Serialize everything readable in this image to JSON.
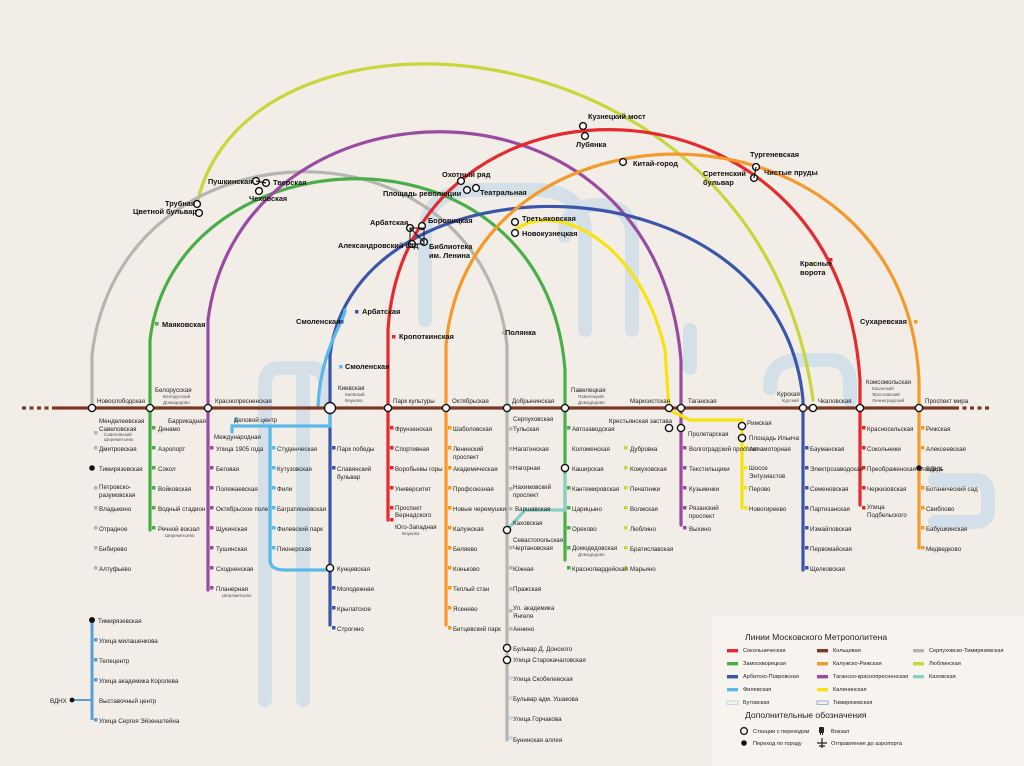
{
  "colors": {
    "background": "#f2ede7",
    "ring": "#7a3a25",
    "sokolnicheskaya": "#e42a2e",
    "zamoskvoretskaya": "#4aae48",
    "arbatsko_pokrovskaya": "#3b56a8",
    "filyovskaya": "#5ab9e8",
    "kaluzhsko_rizhskaya": "#f39a2a",
    "tagansko_krasnopresnenskaya": "#9a4aa0",
    "kalininskaya": "#f5e410",
    "serpukhovsko_timiryazevskaya": "#b5b5b3",
    "lyublinskaya": "#c9d63a",
    "kakhovskaya": "#88d0c8",
    "butovskaya": "#bcd6ea",
    "timiryazevskaya_line": "#8fb2d4",
    "monorail": "#5a9fd4"
  },
  "stations": {
    "kuznetsky": "Кузнецкий мост",
    "lubyanka": "Лубянка",
    "kitay": "Китай-город",
    "turgenev": "Тургеневская",
    "chistye": "Чистые пруды",
    "sretensky1": "Сретенский",
    "sretensky2": "бульвар",
    "pushkin": "Пушкинская",
    "tverskaya": "Тверская",
    "chekhov": "Чеховская",
    "trubnaya": "Трубная",
    "tsvetnoy": "Цветной бульвар",
    "okhotny": "Охотный ряд",
    "plrev": "Площадь революции",
    "teatr": "Театральная",
    "arbat": "Арбатская",
    "borov": "Боровицкая",
    "alexsad": "Александровский сад",
    "lenin1": "Библиотека",
    "lenin2": "им. Ленина",
    "tretyak": "Третьяковская",
    "novokuz": "Новокузнецкая",
    "mayak": "Маяковская",
    "krasvorota1": "Красные",
    "krasvorota2": "ворота",
    "smol1": "Смоленская",
    "arbat2": "Арбатская",
    "smol2": "Смоленская",
    "kropot": "Кропоткинская",
    "polyanka": "Полянка",
    "sukhar": "Сухаревская",
    "novoslob": "Новослободская",
    "belor": "Белорусская",
    "krasnopres": "Краснопресненская",
    "kiev": "Киевская",
    "parkkult": "Парк культуры",
    "oktyab": "Октябрьская",
    "dobryn": "Добрынинская",
    "pavel": "Павелецкая",
    "marks": "Марксистская",
    "tagan": "Таганская",
    "kursk": "Курская",
    "chkal": "Чкаловская",
    "komsom": "Комсомольская",
    "prmira": "Проспект мира",
    "mendel": "Менделеевская",
    "savel": "Савеловская",
    "dmitr": "Дмитровская",
    "timir": "Тимирязевская",
    "petrov1": "Петровско-",
    "petrov2": "разумовская",
    "vladyk": "Владыкино",
    "otrad": "Отрадное",
    "bibir": "Бибирево",
    "altuf": "Алтуфьево",
    "barrik": "Баррикадная",
    "dinamo": "Динамо",
    "aeroport": "Аэропорт",
    "sokol": "Сокол",
    "voik": "Войковская",
    "vodny": "Водный стадион",
    "rechnoy": "Речной вокзал",
    "delovoy": "Деловой центр",
    "mezhd": "Международная",
    "ul1905": "Улица 1905 года",
    "begov": "Беговая",
    "polezh": "Полежаевская",
    "oktpole": "Октябрьское поле",
    "shchuk": "Щукинская",
    "tushin": "Тушинская",
    "skhod": "Сходненская",
    "planer": "Планерная",
    "stud": "Студенческая",
    "kutuz": "Кутузовская",
    "fili": "Фили",
    "bagrat": "Багратионовская",
    "filpark": "Филевский парк",
    "pioner": "Пионерская",
    "kuntsev": "Кунцевская",
    "parkpob": "Парк победы",
    "slav1": "Славянский",
    "slav2": "бульвар",
    "molod": "Молодежная",
    "krylat": "Крылатское",
    "strogino": "Строгино",
    "frunz": "Фрунзенская",
    "sport": "Спортивная",
    "vorob": "Воробьевы горы",
    "univer": "Университет",
    "prvern1": "Проспект",
    "prvern2": "Вернадского",
    "yugozap": "Юго-Западная",
    "shabol": "Шаболовская",
    "lenpr1": "Ленинский",
    "lenpr2": "проспект",
    "akadem": "Академическая",
    "profsoyuz": "Профсоюзная",
    "novcher": "Новые черемушки",
    "kaluzh": "Калужская",
    "belyaevo": "Беляево",
    "konkovo": "Коньково",
    "teply": "Теплый стан",
    "yasenevo": "Ясенево",
    "bitpark": "Битцевский парк",
    "serpukh": "Серпуховская",
    "tulsk": "Тульская",
    "nagatin": "Нагатинская",
    "nagorn": "Нагорная",
    "nakhim1": "Нахимовский",
    "nakhim2": "проспект",
    "varsh": "Варшавская",
    "kakhov": "Каховская",
    "sevastop": "Севастопольская",
    "chertan": "Чертановская",
    "yuzhnaya": "Южная",
    "prazh": "Пражская",
    "yangel1": "Ул. академика",
    "yangel2": "Янгеля",
    "annino": "Аннино",
    "dmdonskoy": "Бульвар Д. Донского",
    "starokach": "Улица Старокачаловская",
    "skobelev": "Улица Скобелевская",
    "ushakov": "Бульвар адм. Ушакова",
    "gorchakov": "Улица Горчакова",
    "bunin": "Бунинская аллея",
    "avtozav": "Автозаводская",
    "kolomen": "Коломенская",
    "kashir": "Каширская",
    "kantem": "Кантемировская",
    "tsarits": "Царицыно",
    "orekh": "Орехово",
    "domod": "Домодедовская",
    "krasnogv": "Красногвардейская",
    "krestzast": "Крестьянская застава",
    "dubrov": "Дубровка",
    "kozhukh": "Кожуховская",
    "pechat": "Печатники",
    "volzh": "Волжская",
    "lyublino": "Люблино",
    "bratis": "Братиславская",
    "maryino": "Марьино",
    "proletar": "Пролетарская",
    "volgogr": "Волгоградский проспект",
    "tekstil": "Текстильщики",
    "kuzmin": "Кузьминки",
    "ryazan1": "Рязанский",
    "ryazan2": "проспект",
    "vykhino": "Выхино",
    "rimsk": "Римская",
    "ilyich": "Площадь Ильича",
    "aviamot": "Авиамоторная",
    "shosse1": "Шоссе",
    "shosse2": "Энтузиастов",
    "perovo": "Перово",
    "novogir": "Новогиреево",
    "bauman": "Бауманская",
    "elektro": "Электрозаводская",
    "semen": "Семеновская",
    "partiz": "Партизанская",
    "izmail": "Измайловская",
    "pervom": "Первомайская",
    "shchelk": "Щелковская",
    "krasnosel": "Красносельская",
    "sokolniki": "Сокольники",
    "preobr": "Преображенская площадь",
    "cherkiz": "Черкизовская",
    "podbel1": "Улица",
    "podbel2": "Подбельского",
    "rizh": "Рижская",
    "alex": "Алексеевская",
    "vdnkh": "ВДНХ",
    "botsad": "Ботанический сад",
    "sviblovo": "Свиблово",
    "babush": "Бабушкинская",
    "medved": "Медведково",
    "mono_timir": "Тимирязевская",
    "mono_milash": "Улица милашенкова",
    "mono_telecentr": "Телецентр",
    "mono_korolev": "Улица академика Королева",
    "mono_vystav": "Выставочный центр",
    "mono_eisenst": "Улица Сергея Эйзенштейна",
    "mono_vdnkh": "ВДНХ"
  },
  "notes": {
    "belor_vokzal": "Белорусский",
    "belor_air": "Домодедово",
    "savel_vokzal": "Савеловский",
    "savel_air": "Шереметьево",
    "kiev_vokzal": "Киевский",
    "kiev_air": "Внуково",
    "pavel_vokzal": "Павелецкий",
    "pavel_air": "Домодедово",
    "kursk_vokzal": "Курский",
    "komsom_v1": "Казанский",
    "komsom_v2": "Ярославский",
    "komsom_v3": "Ленинградский",
    "rechnoy_air": "Шереметьево",
    "planer_air": "Шереметьево",
    "yugozap_air": "Внуково",
    "domod_air": "Домодедово"
  },
  "legend": {
    "title": "Линии Московского Метрополитена",
    "items": [
      {
        "label": "Сокольническая",
        "color": "#e42a2e",
        "style": "solid"
      },
      {
        "label": "Замоскворецкая",
        "color": "#4aae48",
        "style": "solid"
      },
      {
        "label": "Арбатско-Покровская",
        "color": "#3b56a8",
        "style": "solid"
      },
      {
        "label": "Филевская",
        "color": "#5ab9e8",
        "style": "solid"
      },
      {
        "label": "Бутовская",
        "color": "#bcd6ea",
        "style": "double"
      },
      {
        "label": "Кольцевая",
        "color": "#7a3a25",
        "style": "solid"
      },
      {
        "label": "Калужско-Рижская",
        "color": "#f39a2a",
        "style": "solid"
      },
      {
        "label": "Таганско-краснопресненская",
        "color": "#9a4aa0",
        "style": "solid"
      },
      {
        "label": "Калининская",
        "color": "#f5e410",
        "style": "solid"
      },
      {
        "label": "Тимирязевская",
        "color": "#8fb2d4",
        "style": "double"
      },
      {
        "label": "Серпуховско-Тимирязевская",
        "color": "#b5b5b3",
        "style": "solid"
      },
      {
        "label": "Люблинская",
        "color": "#c9d63a",
        "style": "solid"
      },
      {
        "label": "Каховская",
        "color": "#88d0c8",
        "style": "solid"
      }
    ],
    "extra_title": "Дополнительные обозначения",
    "extras": [
      {
        "label": "Станции с переходом",
        "symbol": "transfer-ring"
      },
      {
        "label": "Вокзал",
        "symbol": "train"
      },
      {
        "label": "Переход по городу",
        "symbol": "dot"
      },
      {
        "label": "Отправление до аэропорта",
        "symbol": "plane"
      }
    ]
  }
}
